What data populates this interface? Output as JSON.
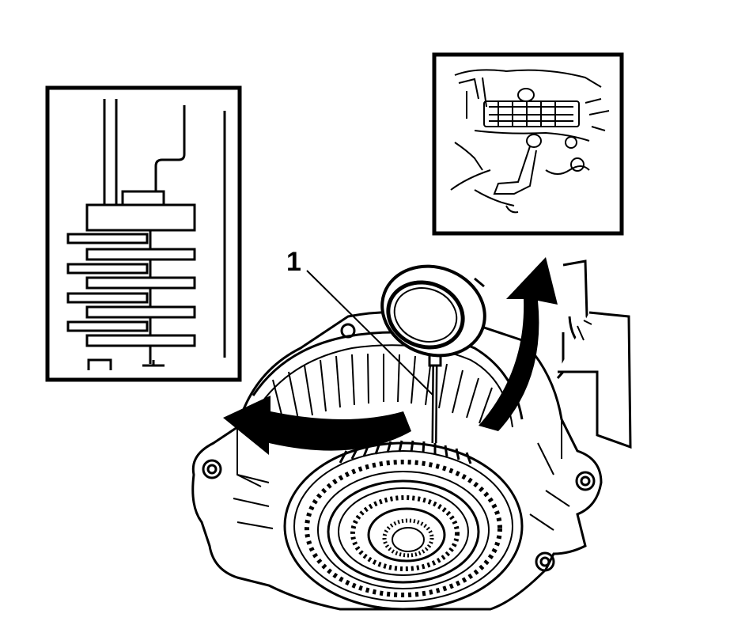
{
  "diagram": {
    "callouts": [
      {
        "label": "1",
        "target": "dial-indicator-plunger"
      }
    ],
    "insets": [
      {
        "name": "clutch-pack-cross-section"
      },
      {
        "name": "dial-indicator-mounting-detail"
      }
    ],
    "arrows": [
      {
        "name": "rotate-left-arrow",
        "direction": "left"
      },
      {
        "name": "rotate-up-arrow",
        "direction": "up"
      }
    ],
    "colors": {
      "ink": "#000000",
      "paper": "#ffffff"
    }
  }
}
